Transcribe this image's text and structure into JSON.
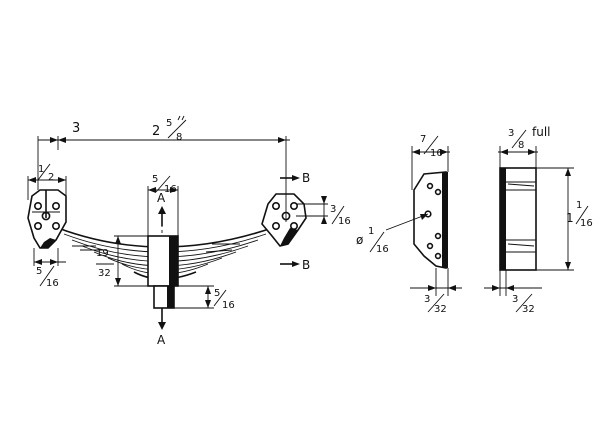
{
  "dimensions": {
    "left_offset": "3",
    "overall_whole": "2",
    "overall_frac_num": "5",
    "overall_frac_den": "8",
    "bracket_width_num": "1",
    "bracket_width_den": "2",
    "bracket_base_num": "5",
    "bracket_base_den": "16",
    "axle_block_num": "5",
    "axle_block_den": "16",
    "spring_height_num": "19",
    "spring_height_den": "32",
    "stub_num": "5",
    "stub_den": "16",
    "right_hole_num": "3",
    "right_hole_den": "16",
    "side_width_num": "7",
    "side_width_den": "16",
    "hole_dia_prefix": "ø",
    "hole_dia_num": "1",
    "hole_dia_den": "16",
    "side_base_num": "3",
    "side_base_den": "32",
    "end_width_num": "3",
    "end_width_den": "8",
    "end_width_suffix": "full",
    "end_height_whole": "1",
    "end_height_num": "1",
    "end_height_den": "16",
    "end_base_num": "3",
    "end_base_den": "32"
  },
  "section_labels": {
    "a_top": "A",
    "a_bottom": "A",
    "b_top": "B",
    "b_bottom": "B"
  }
}
